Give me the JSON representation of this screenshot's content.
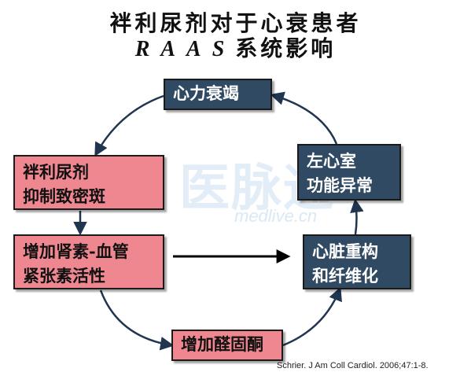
{
  "title": {
    "line1": "袢利尿剂对于心衰患者",
    "line2_letters": "RAAS",
    "line2_tail": "系统影响"
  },
  "nodes": {
    "heart_failure": "心力衰竭",
    "lv_function_line1": "左心室",
    "lv_function_line2": "功能异常",
    "diuretic_line1": "袢利尿剂",
    "diuretic_line2": "抑制致密斑",
    "renin_line1": "增加肾素-血管",
    "renin_line2": "紧张素活性",
    "myocardial_line1": "心脏重构",
    "myocardial_line2": "和纤维化",
    "aldosterone": "增加醛固酮"
  },
  "watermark": {
    "logo": "医脉通",
    "url": "medlive.cn"
  },
  "citation": "Schrier. J Am Coll Cardiol. 2006;47:1-8.",
  "colors": {
    "dark_box": "#2f4a62",
    "pink_box": "#ef8790",
    "arrow": "#1f3550"
  }
}
